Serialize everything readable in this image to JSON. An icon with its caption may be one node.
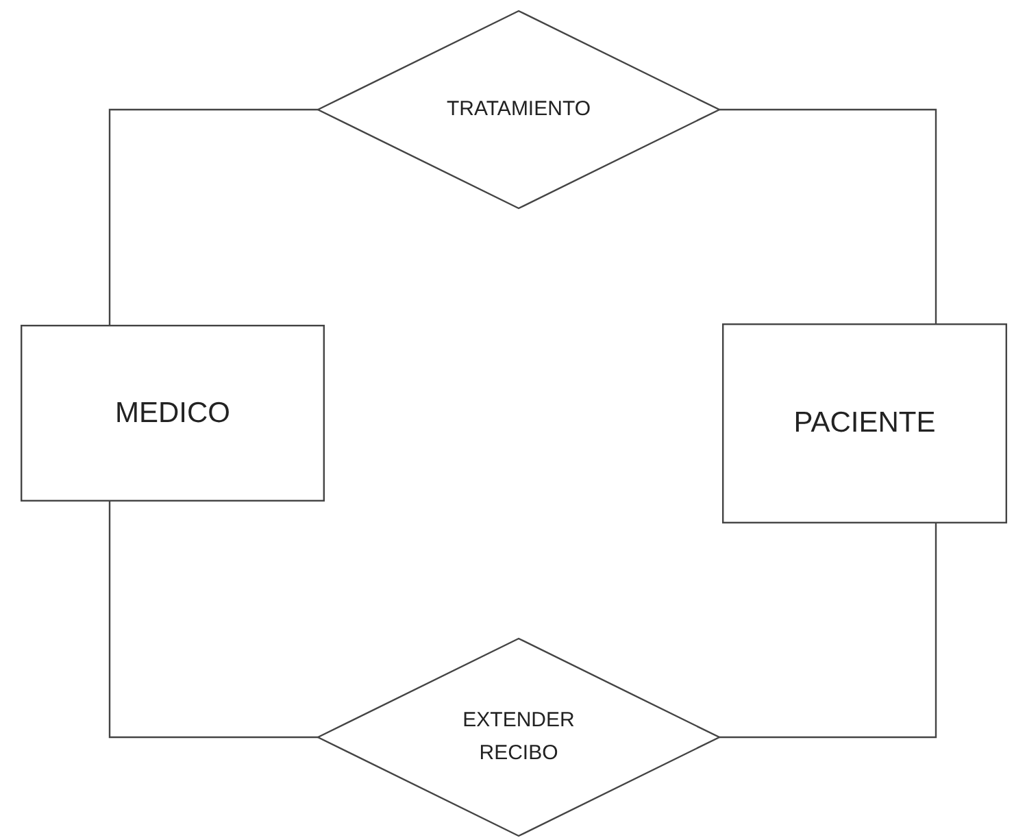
{
  "diagram": {
    "nodes": [
      {
        "text": [
          "TRATAMIENTO"
        ]
      },
      {
        "text": [
          "MEDICO"
        ]
      },
      {
        "text": [
          "PACIENTE"
        ]
      },
      {
        "text": [
          "EXTENDER RECIBO"
        ]
      }
    ],
    "edges": [
      {
        "from": 1,
        "to": 0,
        "arrow": "none"
      },
      {
        "from": 0,
        "to": 2,
        "arrow": "none"
      },
      {
        "from": 1,
        "to": 3,
        "arrow": "none"
      },
      {
        "from": 3,
        "to": 2,
        "arrow": "none"
      }
    ]
  }
}
